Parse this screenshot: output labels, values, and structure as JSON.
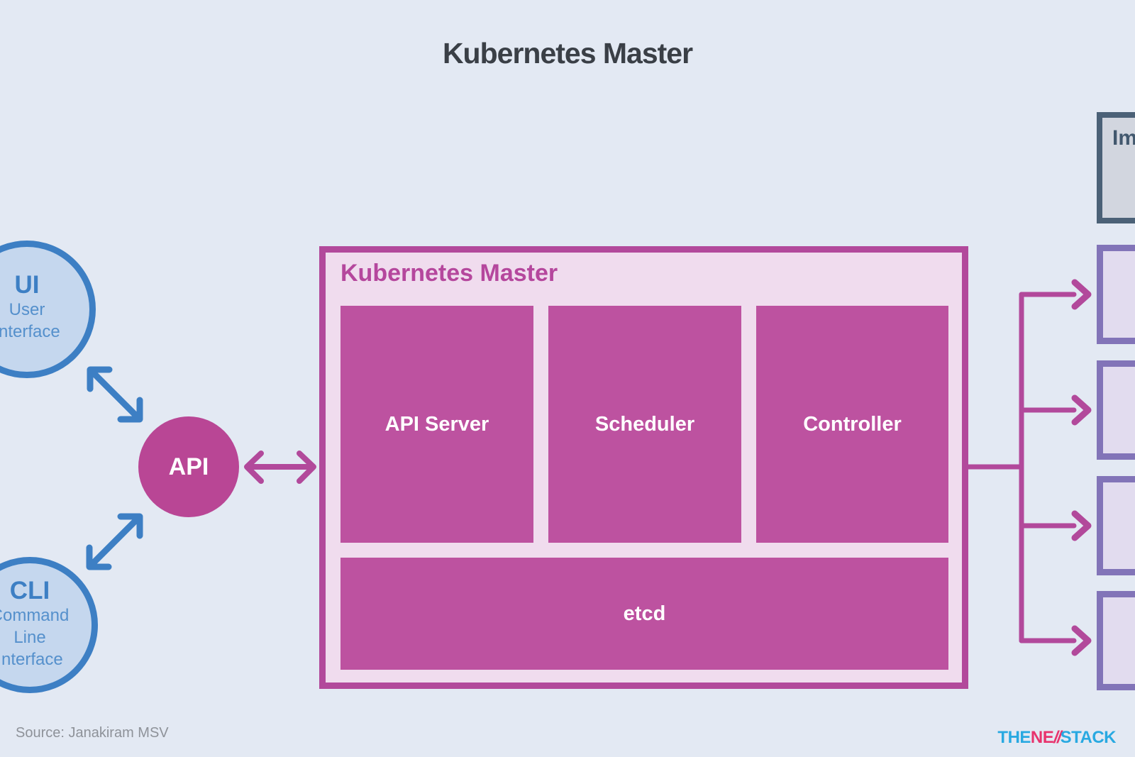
{
  "title": "Kubernetes Master",
  "colors": {
    "background": "#e3e9f3",
    "blue": "#3d7fc4",
    "blue_fill": "#c5d7ee",
    "blue_text": "#5590cc",
    "magenta": "#b2499b",
    "magenta_box_fill": "#bd52a0",
    "api_circle_fill": "#b94695",
    "master_fill": "#f0dcee",
    "master_label": "#b5479d",
    "purple_border": "#8274b8",
    "purple_fill": "#e2dcef",
    "slate_border": "#4b6177",
    "slate_fill": "#d2d6df",
    "slate_text": "#42586e",
    "title_text": "#3a3f46",
    "source_text": "#8e9299",
    "logo_cyan": "#29a9e1",
    "logo_pink": "#e8336d"
  },
  "ui_circle": {
    "abbr": "UI",
    "line1": "User",
    "line2": "Interface"
  },
  "cli_circle": {
    "abbr": "CLI",
    "line1": "Command",
    "line2": "Line",
    "line3": "Interface"
  },
  "api_circle": {
    "label": "API"
  },
  "master": {
    "label": "Kubernetes Master",
    "box1": "API Server",
    "box2": "Scheduler",
    "box3": "Controller",
    "etcd": "etcd"
  },
  "registry": {
    "label": "Im"
  },
  "footer": {
    "source": "Source: Janakiram MSV"
  },
  "logo": {
    "part1": "THE",
    "part2": "NE",
    "slash": "//",
    "part3": "STACK"
  }
}
